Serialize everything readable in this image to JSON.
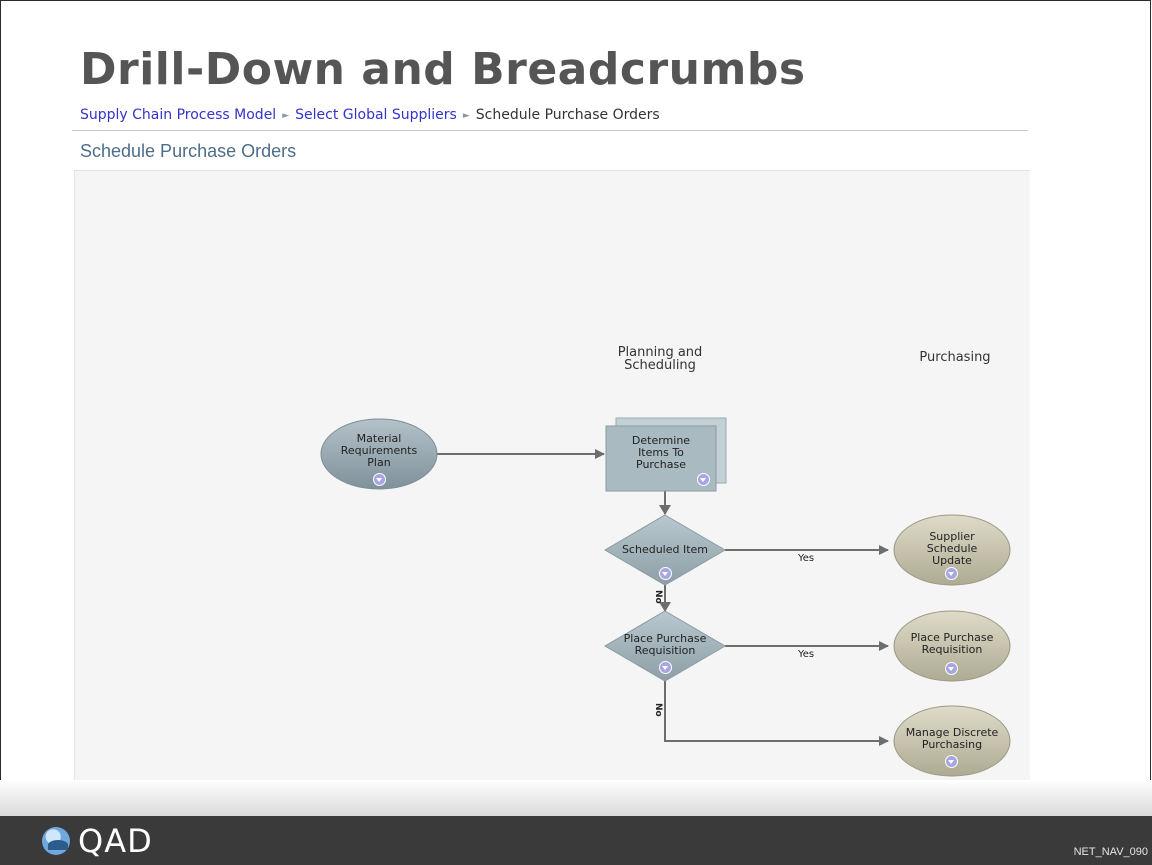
{
  "slide": {
    "title": "Drill-Down and Breadcrumbs",
    "code": "NET_NAV_090"
  },
  "breadcrumb": {
    "items": [
      {
        "label": "Supply Chain Process Model"
      },
      {
        "label": "Select Global Suppliers"
      },
      {
        "label": "Schedule Purchase Orders"
      }
    ],
    "separator": "►"
  },
  "page": {
    "heading": "Schedule Purchase Orders"
  },
  "lanes": {
    "planning": "Planning and\nScheduling",
    "purchasing": "Purchasing"
  },
  "nodes": {
    "mrp": "Material\nRequirements\nPlan",
    "determine": "Determine\nItems To\nPurchase",
    "scheduled_item": "Scheduled Item",
    "place_req_decision": "Place Purchase\nRequisition",
    "supplier_schedule": "Supplier\nSchedule\nUpdate",
    "place_req": "Place Purchase\nRequisition",
    "manage_discrete": "Manage Discrete\nPurchasing"
  },
  "edges": {
    "yes1": "Yes",
    "yes2": "Yes",
    "no1": "No",
    "no2": "No"
  },
  "footer": {
    "brand": "QAD"
  },
  "colors": {
    "ellipse": "#8fa0aa",
    "rect": "#a9bac1",
    "diamond": "#9fb0b7",
    "target": "#c6c3ad",
    "edge": "#6d6d6d"
  }
}
